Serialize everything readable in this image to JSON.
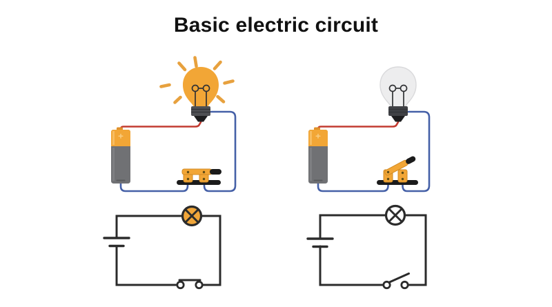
{
  "title": "Basic electric circuit",
  "figure": {
    "left_panel": {
      "bulb_state": "on",
      "switch_state": "closed"
    },
    "right_panel": {
      "bulb_state": "off",
      "switch_state": "open"
    }
  },
  "colors": {
    "background": "#ffffff",
    "title_text": "#111111",
    "wire_red": "#c23b31",
    "wire_blue": "#4560a7",
    "orange": "#f2a636",
    "orange_deep": "#e0912b",
    "ray_orange": "#e7a13e",
    "battery_gray": "#707174",
    "bulb_base_gray": "#4f5054",
    "bulb_base_right": "#404145",
    "bulb_base_dark": "#333438",
    "tip_black": "#1d1d1f",
    "switch_black": "#1b1b1b",
    "rivet_brown": "#5f4c16",
    "unlit_glass": "#ededee",
    "unlit_glass_edge": "#d9d9db",
    "filament": "#303134",
    "schematic_line": "#2b2b2b",
    "lamp_on_fill": "#f0a63a",
    "lamp_off_fill": "#ffffff",
    "battery_plus": "#f8cd84"
  }
}
